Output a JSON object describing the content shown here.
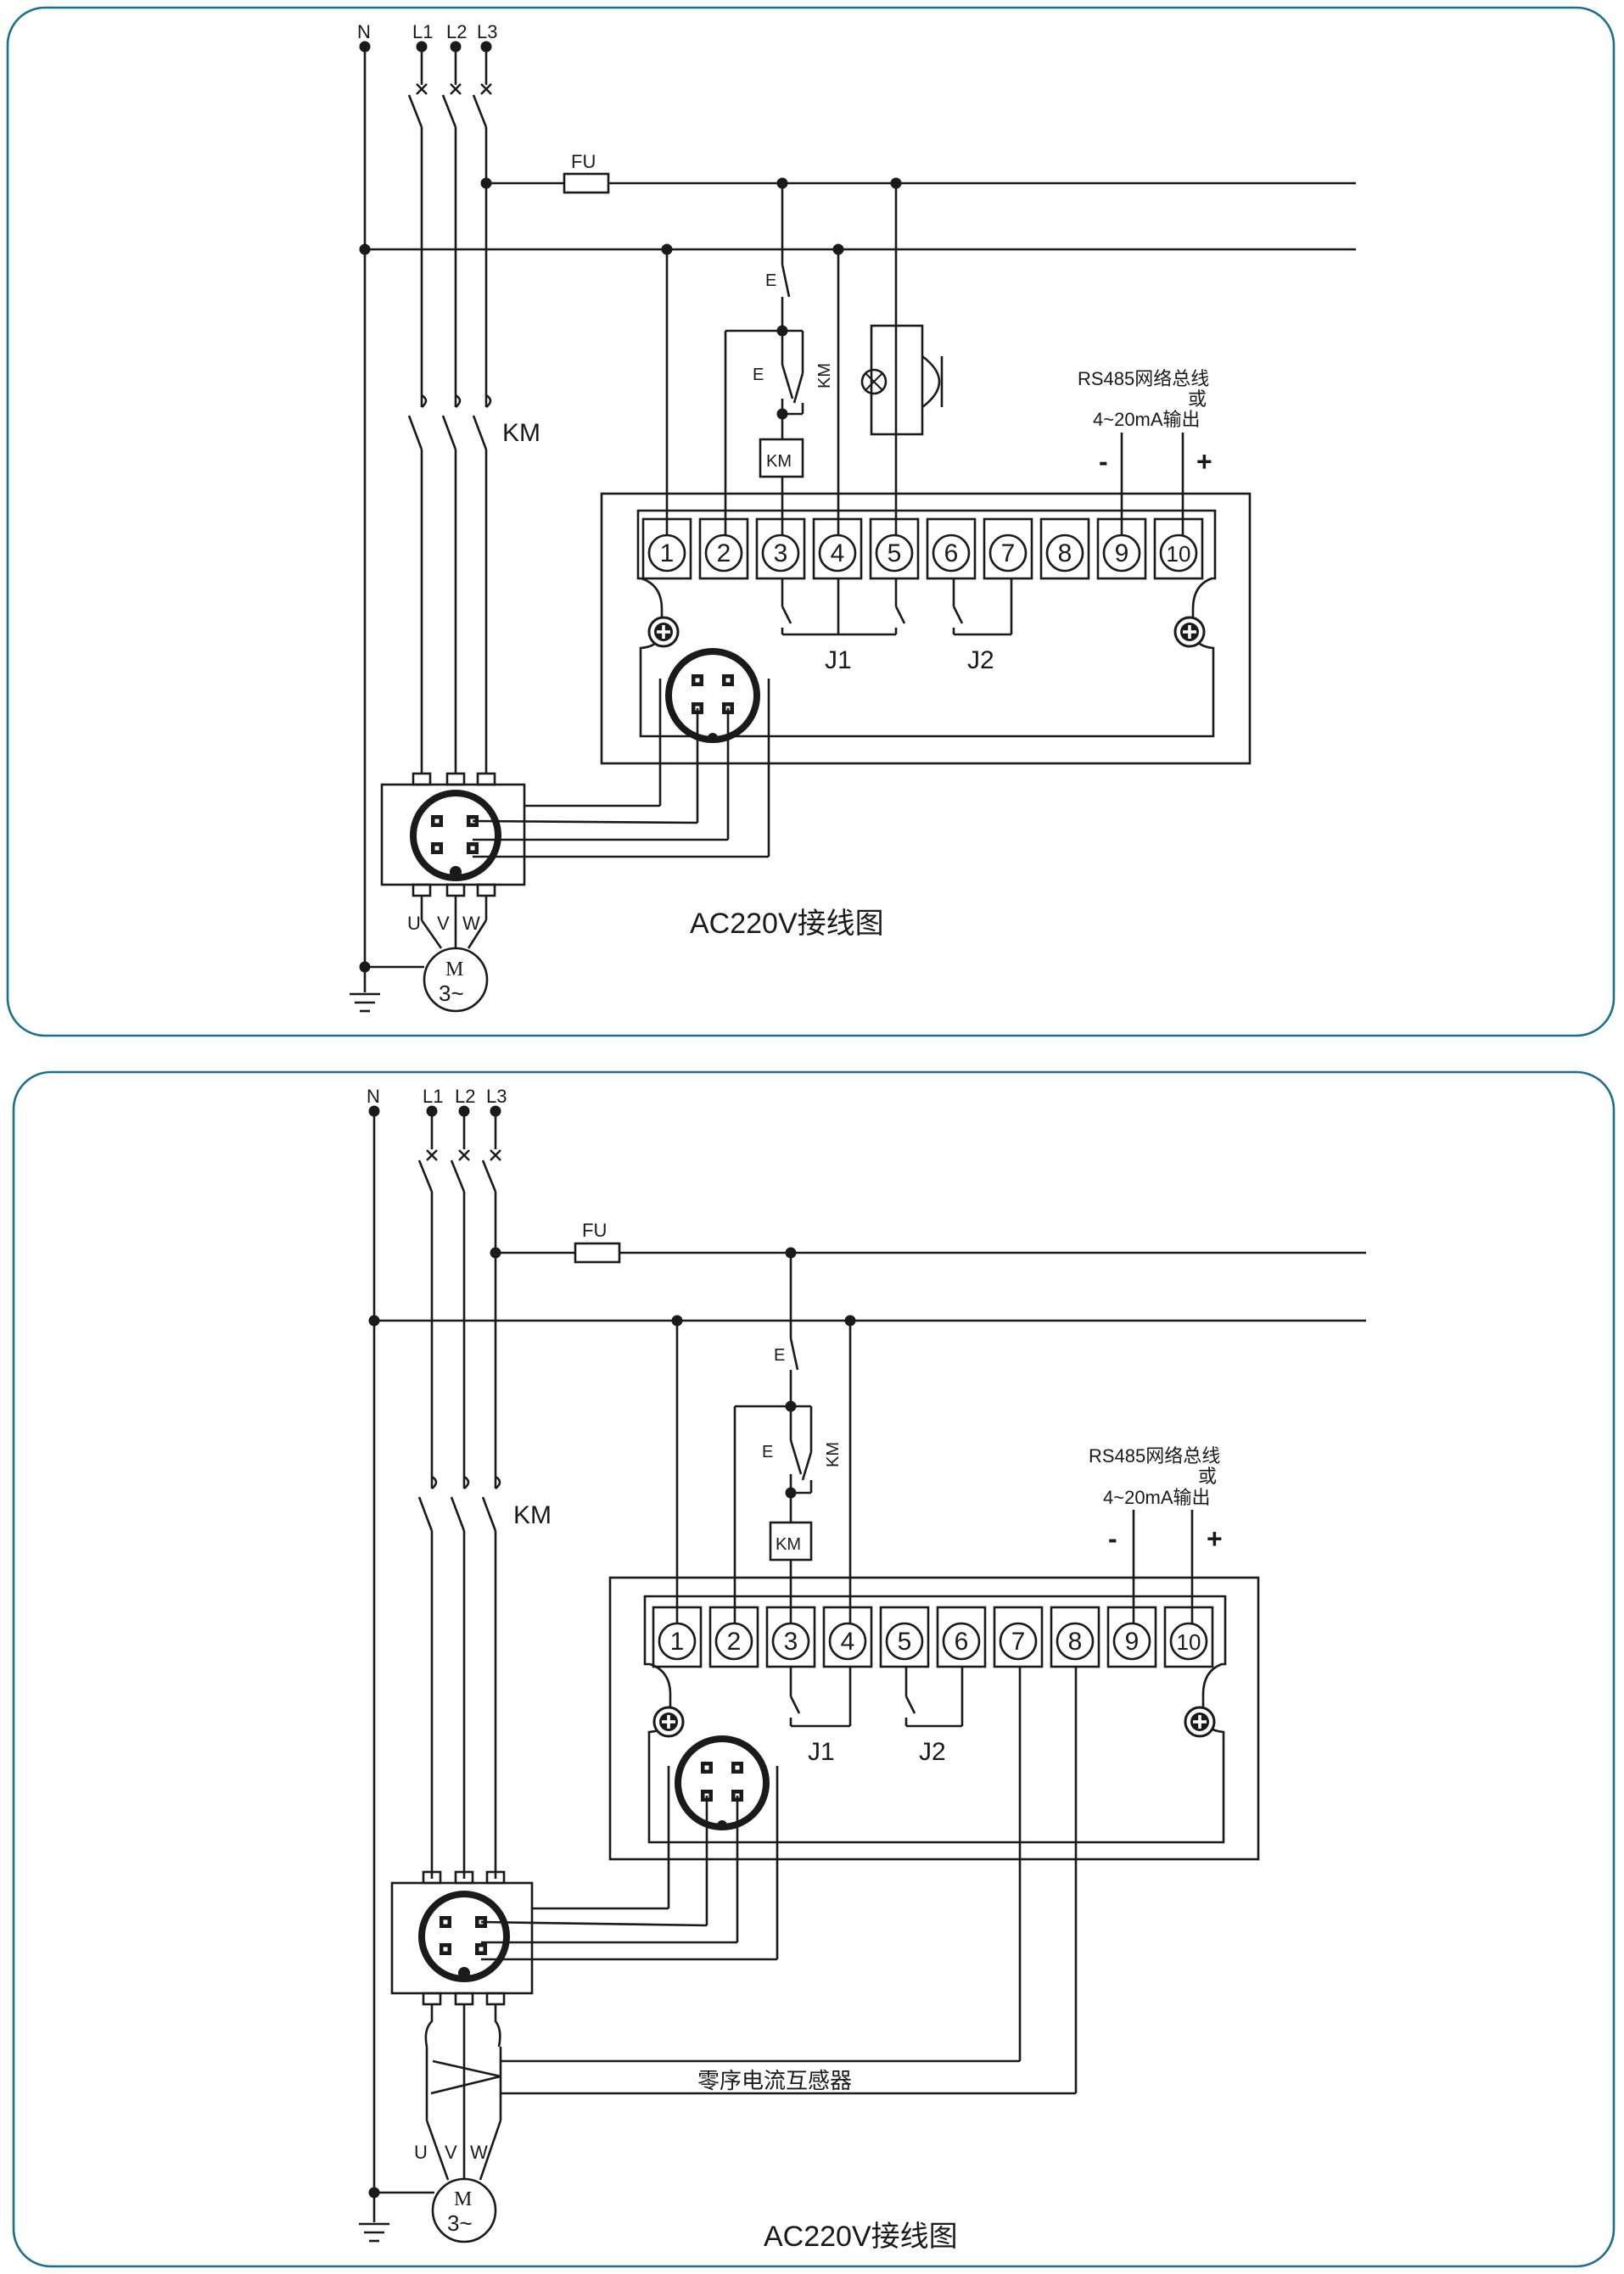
{
  "diagrams": [
    {
      "title": "AC220V接线图",
      "neutral": "N",
      "phases": [
        "L1",
        "L2",
        "L3"
      ],
      "fuse": "FU",
      "contactor": "KM",
      "coil": "KM",
      "stop_button": "E",
      "start_button": "E",
      "aux_contact": "KM",
      "bus_label_1": "RS485网络总线",
      "bus_label_2": "或",
      "bus_label_3": "4~20mA输出",
      "minus": "-",
      "plus": "+",
      "terminals": [
        "1",
        "2",
        "3",
        "4",
        "5",
        "6",
        "7",
        "8",
        "9",
        "10"
      ],
      "relay_1": "J1",
      "relay_2": "J2",
      "motor_terminals": [
        "U",
        "V",
        "W"
      ],
      "motor_top": "M",
      "motor_bottom": "3~"
    },
    {
      "title": "AC220V接线图",
      "neutral": "N",
      "phases": [
        "L1",
        "L2",
        "L3"
      ],
      "fuse": "FU",
      "contactor": "KM",
      "coil": "KM",
      "stop_button": "E",
      "start_button": "E",
      "aux_contact": "KM",
      "bus_label_1": "RS485网络总线",
      "bus_label_2": "或",
      "bus_label_3": "4~20mA输出",
      "minus": "-",
      "plus": "+",
      "terminals": [
        "1",
        "2",
        "3",
        "4",
        "5",
        "6",
        "7",
        "8",
        "9",
        "10"
      ],
      "relay_1": "J1",
      "relay_2": "J2",
      "zero_seq_ct": "零序电流互感器",
      "motor_terminals": [
        "U",
        "V",
        "W"
      ],
      "motor_top": "M",
      "motor_bottom": "3~"
    }
  ]
}
